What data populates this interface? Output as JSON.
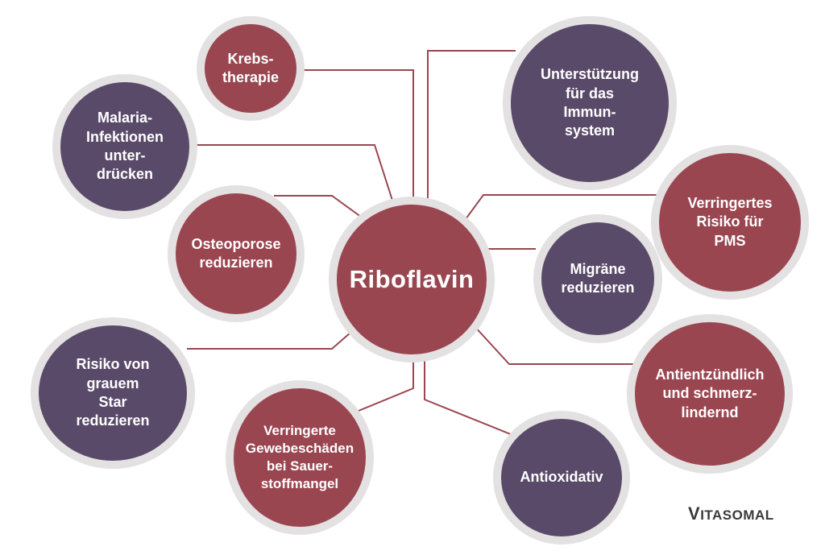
{
  "center": {
    "label": "Riboflavin",
    "color": "#9a4650"
  },
  "benefits": [
    {
      "id": "krebstherapie",
      "label": "Krebs-\ntherapie",
      "color": "#9a4650"
    },
    {
      "id": "malaria",
      "label": "Malaria-\nInfektionen\nunter-\ndrücken",
      "color": "#5a4a69"
    },
    {
      "id": "osteoporose",
      "label": "Osteoporose\nreduzieren",
      "color": "#9a4650"
    },
    {
      "id": "grauer-star",
      "label": "Risiko von\ngrauem\nStar\nreduzieren",
      "color": "#5a4a69"
    },
    {
      "id": "gewebeschaeden",
      "label": "Verringerte\nGewebeschäden\nbei Sauer-\nstoffmangel",
      "color": "#9a4650"
    },
    {
      "id": "antioxidativ",
      "label": "Antioxidativ",
      "color": "#5a4a69"
    },
    {
      "id": "antientzuendlich",
      "label": "Antientzündlich\nund schmerz-\nlindernd",
      "color": "#9a4650"
    },
    {
      "id": "migraene",
      "label": "Migräne\nreduzieren",
      "color": "#5a4a69"
    },
    {
      "id": "pms",
      "label": "Verringertes\nRisiko für\nPMS",
      "color": "#9a4650"
    },
    {
      "id": "immunsystem",
      "label": "Unterstützung\nfür das\nImmun-\nsystem",
      "color": "#5a4a69"
    }
  ],
  "logo": {
    "text": "Vitasomal",
    "color": "#3a3a3a"
  },
  "connector_color": "#9a4650"
}
